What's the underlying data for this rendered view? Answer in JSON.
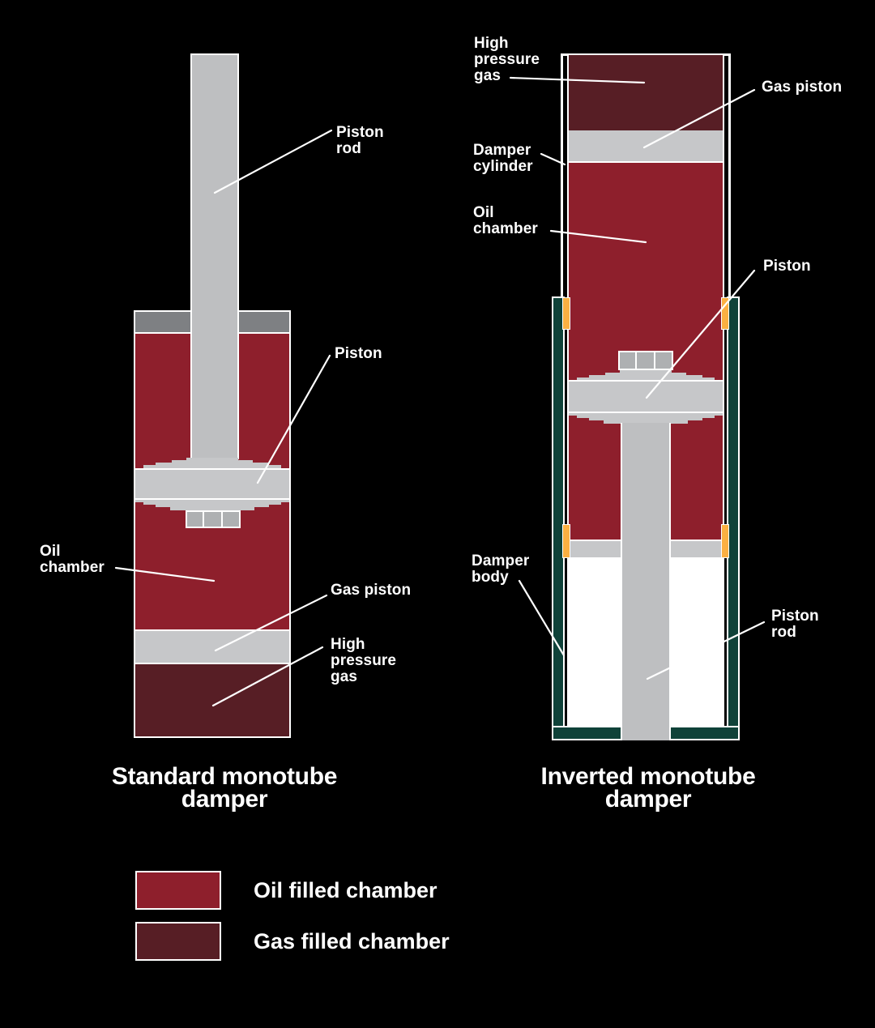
{
  "colors": {
    "background": "#000000",
    "outline_white": "#FFFFFF",
    "oil_red": "#8E1F2C",
    "gas_dark_red": "#571E25",
    "rod_gray": "#BEBFC1",
    "piston_gray": "#C6C7C9",
    "seal_dark_gray": "#7E8083",
    "valve_gray": "#AEB0B2",
    "body_teal": "#0F4239",
    "seal_orange": "#FBB042"
  },
  "standard": {
    "title": "Standard monotube\ndamper",
    "labels": {
      "piston_rod": "Piston\nrod",
      "piston": "Piston",
      "oil_chamber": "Oil\nchamber",
      "gas_piston": "Gas piston",
      "high_pressure_gas": "High\npressure\ngas"
    }
  },
  "inverted": {
    "title": "Inverted monotube\ndamper",
    "labels": {
      "high_pressure_gas": "High\npressure\ngas",
      "gas_piston": "Gas piston",
      "damper_cylinder": "Damper\ncylinder",
      "oil_chamber": "Oil\nchamber",
      "piston": "Piston",
      "damper_body": "Damper\nbody",
      "piston_rod": "Piston\nrod"
    }
  },
  "legend": {
    "items": [
      {
        "label": "Oil filled chamber",
        "color": "#8E1F2C"
      },
      {
        "label": "Gas filled chamber",
        "color": "#571E25"
      }
    ]
  }
}
